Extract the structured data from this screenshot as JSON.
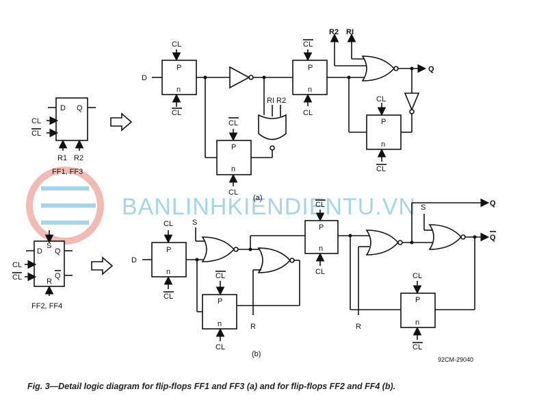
{
  "labels": {
    "d": "D",
    "q": "Q",
    "q_bar": "Q",
    "cl": "CL",
    "p": "P",
    "n": "n",
    "r1": "R1",
    "r2": "R2",
    "r1_alt": "RI",
    "s": "S",
    "r": "R"
  },
  "block_a": {
    "label": "FF1, FF3",
    "part": "(a)"
  },
  "block_b": {
    "label": "FF2, FF4",
    "part": "(b)"
  },
  "figure_code": "92CM-29040",
  "caption": "Fig. 3—Detail logic diagram for flip-flops FF1 and FF3 (a) and for flip-flops FF2 and FF4 (b).",
  "watermark": "BANLINHKIENDIENTU.VN",
  "colors": {
    "ink": "#111111",
    "watermark": "#3aa3d8",
    "watermark_logo": "#e26a5a"
  }
}
